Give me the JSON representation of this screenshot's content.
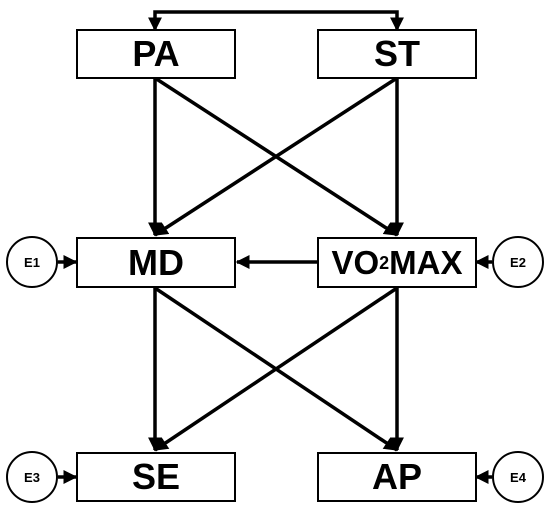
{
  "nodes": {
    "pa": "PA",
    "st": "ST",
    "md": "MD",
    "vo2max": {
      "prefix": "VO",
      "sub": "2",
      "suffix": "MAX"
    },
    "se": "SE",
    "ap": "AP"
  },
  "errors": {
    "e1": "E1",
    "e2": "E2",
    "e3": "E3",
    "e4": "E4"
  },
  "colors": {
    "line": "#000000",
    "box_fill": "#ffffff"
  },
  "edges": [
    {
      "from": "PA",
      "to": "ST",
      "type": "bidirectional"
    },
    {
      "from": "PA",
      "to": "MD"
    },
    {
      "from": "PA",
      "to": "VO2MAX"
    },
    {
      "from": "ST",
      "to": "MD"
    },
    {
      "from": "ST",
      "to": "VO2MAX"
    },
    {
      "from": "VO2MAX",
      "to": "MD"
    },
    {
      "from": "MD",
      "to": "SE"
    },
    {
      "from": "MD",
      "to": "AP"
    },
    {
      "from": "VO2MAX",
      "to": "SE"
    },
    {
      "from": "VO2MAX",
      "to": "AP"
    },
    {
      "from": "E1",
      "to": "MD"
    },
    {
      "from": "E2",
      "to": "VO2MAX"
    },
    {
      "from": "E3",
      "to": "SE"
    },
    {
      "from": "E4",
      "to": "AP"
    }
  ]
}
